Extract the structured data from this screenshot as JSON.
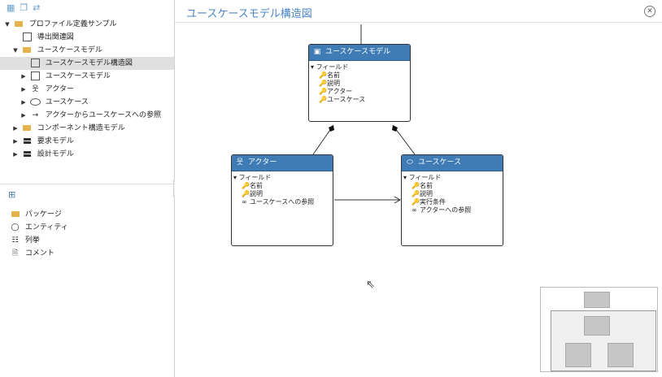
{
  "tree": {
    "items": [
      {
        "label": "プロファイル定義サンプル",
        "icon": "folder-icon"
      },
      {
        "label": "導出関連図",
        "icon": "diagram-icon"
      },
      {
        "label": "ユースケースモデル",
        "icon": "folder-icon"
      },
      {
        "label": "ユースケースモデル構造図",
        "icon": "diagram-icon"
      },
      {
        "label": "ユースケースモデル",
        "icon": "usecase-model-icon"
      },
      {
        "label": "アクター",
        "icon": "actor-icon"
      },
      {
        "label": "ユースケース",
        "icon": "usecase-icon"
      },
      {
        "label": "アクターからユースケースへの参照",
        "icon": "reference-arrow-icon"
      },
      {
        "label": "コンポーネント構造モデル",
        "icon": "folder-icon"
      },
      {
        "label": "要求モデル",
        "icon": "model-icon"
      },
      {
        "label": "設計モデル",
        "icon": "model-icon"
      }
    ]
  },
  "palette": {
    "items": [
      {
        "label": "パッケージ"
      },
      {
        "label": "エンティティ"
      },
      {
        "label": "列挙"
      },
      {
        "label": "コメント"
      }
    ]
  },
  "editor": {
    "title": "ユースケースモデル構造図"
  },
  "diagram": {
    "model": {
      "title": "ユースケースモデル",
      "section": "フィールド",
      "fields": [
        "名前",
        "説明",
        "アクター",
        "ユースケース"
      ]
    },
    "actor": {
      "title": "アクター",
      "section": "フィールド",
      "fields": [
        "名前",
        "説明",
        "ユースケースへの参照"
      ]
    },
    "usecase": {
      "title": "ユースケース",
      "section": "フィールド",
      "fields": [
        "名前",
        "説明",
        "実行条件",
        "アクターへの参照"
      ]
    }
  },
  "colors": {
    "header_blue": "#3f7cb5",
    "title_blue": "#4a86c5",
    "selection": "#e0e0e0",
    "folder": "#e3b24a"
  }
}
